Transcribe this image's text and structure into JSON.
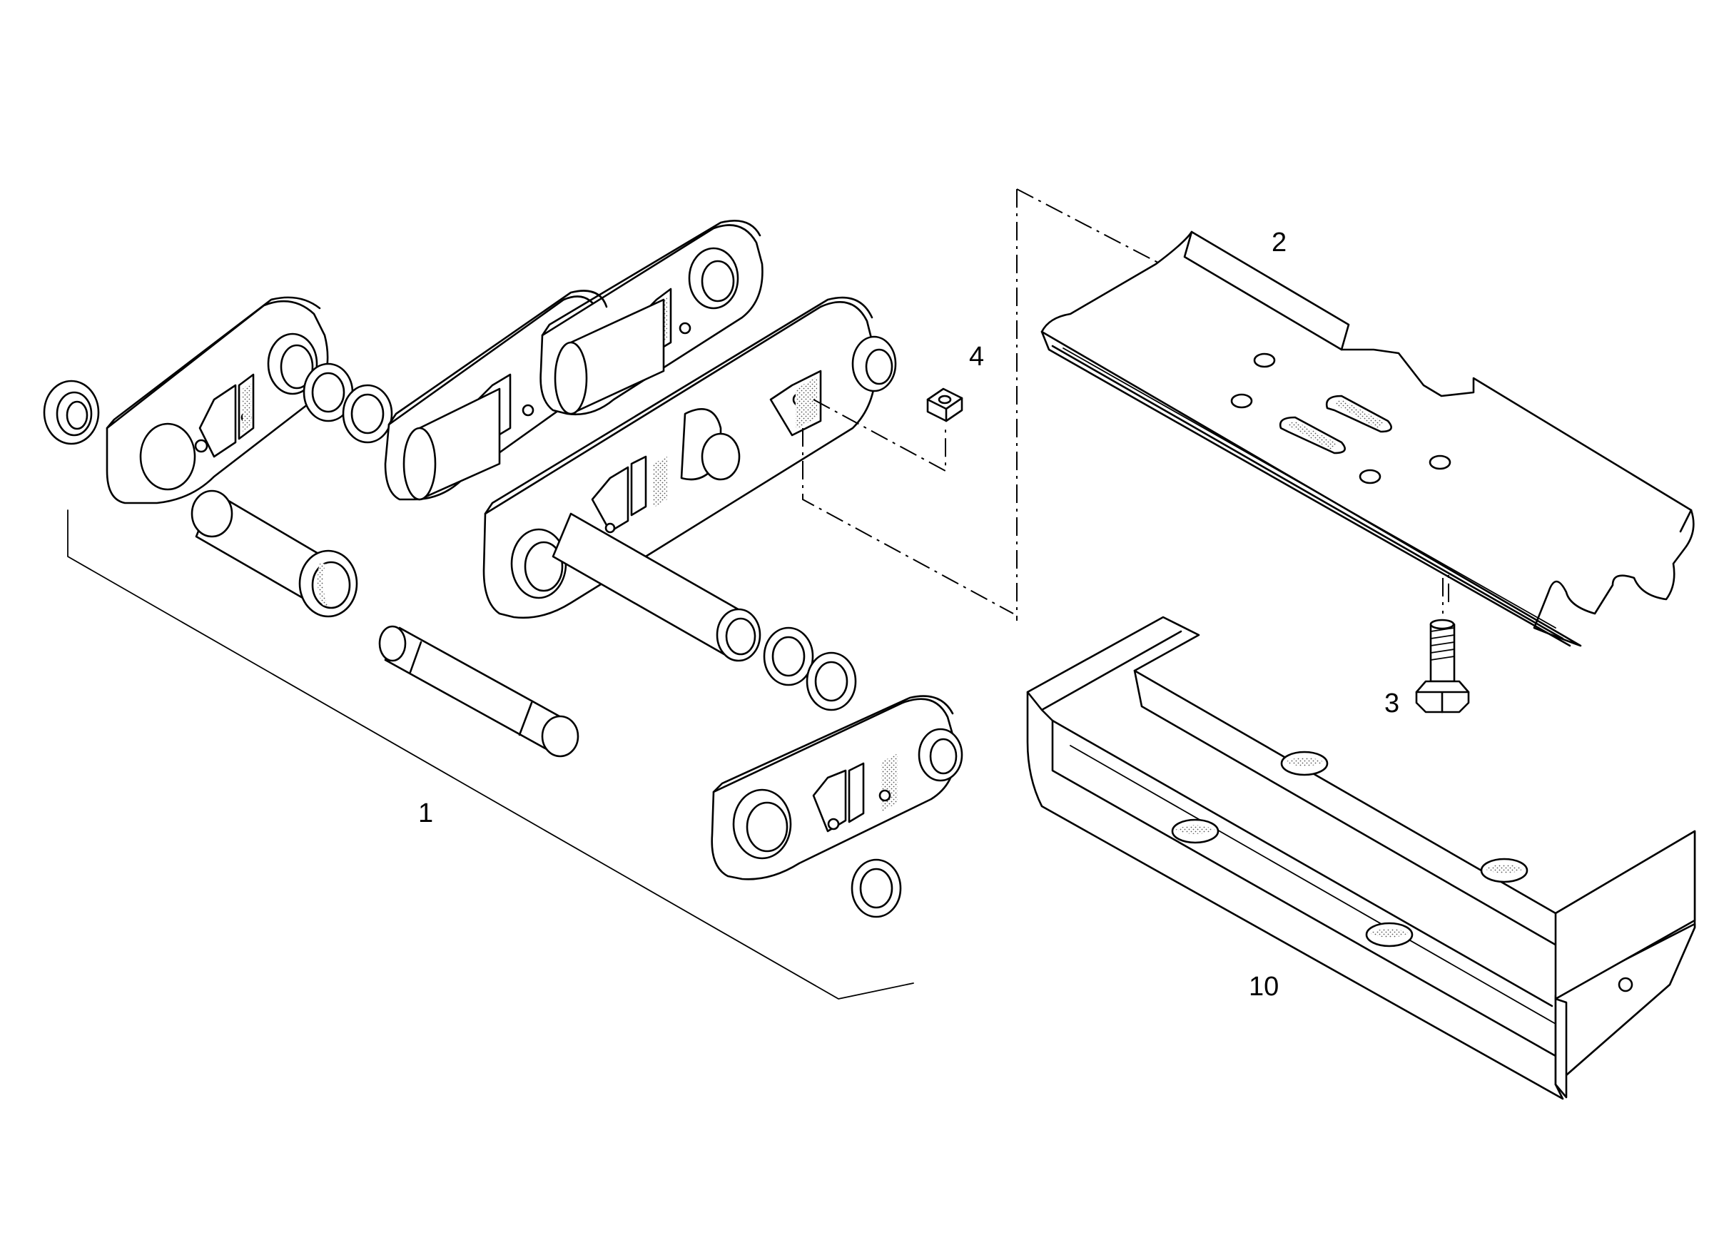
{
  "callouts": {
    "track_chain": "1",
    "track_shoe": "2",
    "shoe_bolt": "3",
    "shoe_nut": "4",
    "shoe_guard": "10"
  },
  "colors": {
    "line": "#000000",
    "background": "#ffffff"
  }
}
